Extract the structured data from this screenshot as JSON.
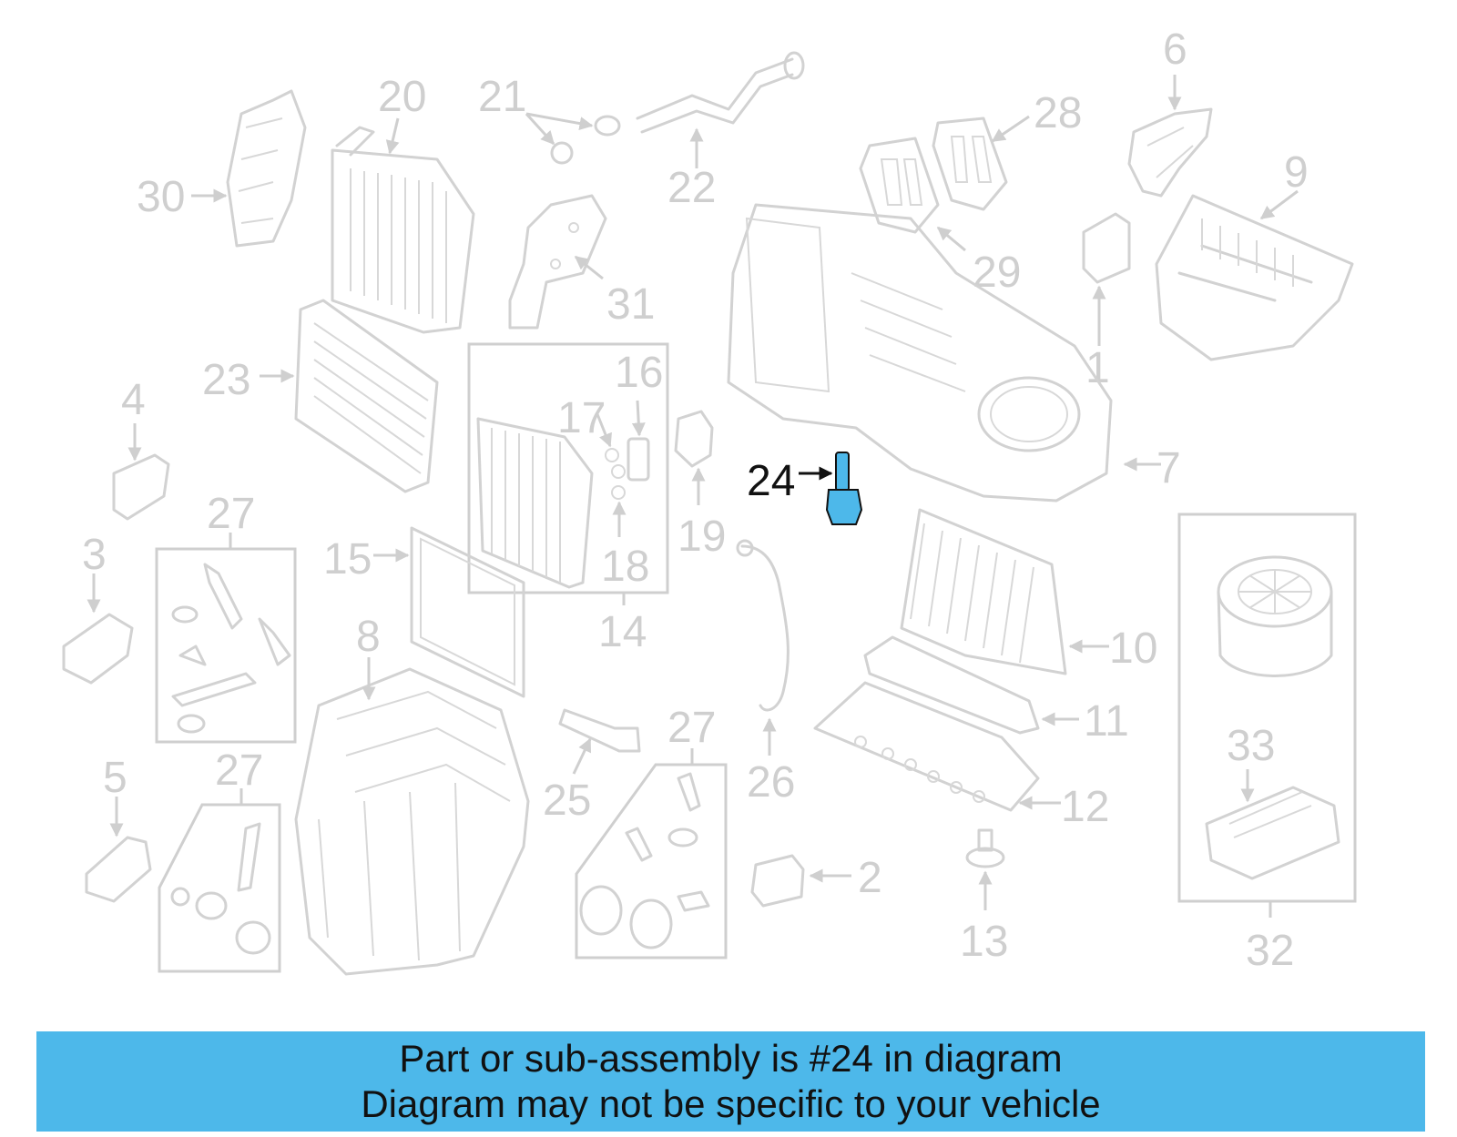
{
  "diagram": {
    "highlight_color": "#4db8ea",
    "highlighted_part": "24",
    "callouts": {
      "c1": "1",
      "c2": "2",
      "c3": "3",
      "c4": "4",
      "c5": "5",
      "c6": "6",
      "c7": "7",
      "c8": "8",
      "c9": "9",
      "c10": "10",
      "c11": "11",
      "c12": "12",
      "c13": "13",
      "c14": "14",
      "c15": "15",
      "c16": "16",
      "c17": "17",
      "c18": "18",
      "c19": "19",
      "c20": "20",
      "c21": "21",
      "c22": "22",
      "c23": "23",
      "c24": "24",
      "c25": "25",
      "c26": "26",
      "c27a": "27",
      "c27b": "27",
      "c27c": "27",
      "c28": "28",
      "c29": "29",
      "c30": "30",
      "c31": "31",
      "c32": "32",
      "c33": "33"
    }
  },
  "caption": {
    "background": "#4db8ea",
    "line1": "Part or sub-assembly is #24 in diagram",
    "line2": "Diagram may not be specific to your vehicle"
  }
}
